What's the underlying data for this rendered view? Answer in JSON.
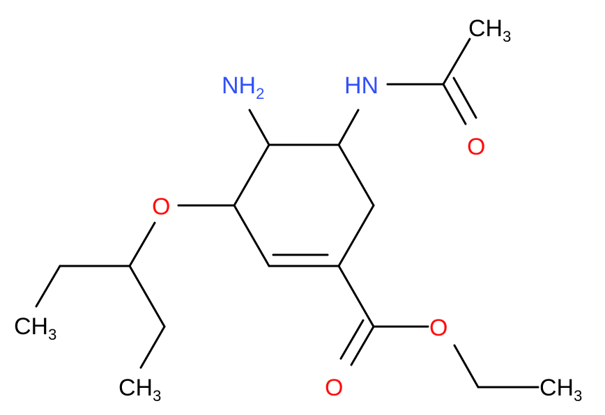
{
  "colors": {
    "carbon": "#000000",
    "nitrogen": "#3050F8",
    "oxygen": "#FF0D0D",
    "background": "#FFFFFF"
  },
  "labels": {
    "ch3_top": {
      "main": "CH",
      "sub": "3"
    },
    "hn": {
      "main": "HN"
    },
    "o_acetyl": {
      "main": "O"
    },
    "nh2": {
      "main": "NH",
      "sub": "2"
    },
    "o_ether": {
      "main": "O"
    },
    "ch3_left": {
      "main": "CH",
      "sub": "3"
    },
    "ch3_bottom": {
      "main": "CH",
      "sub": "3"
    },
    "o_ester_single": {
      "main": "O"
    },
    "o_ester_double": {
      "main": "O"
    },
    "ch3_ethyl": {
      "main": "CH",
      "sub": "3"
    }
  }
}
